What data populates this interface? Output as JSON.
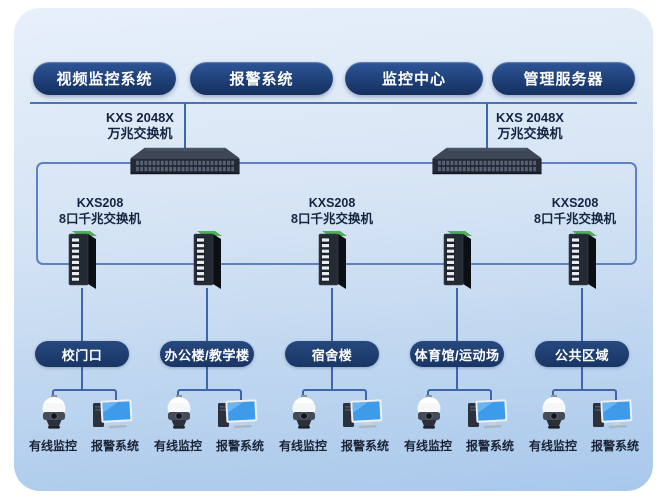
{
  "systems": [
    {
      "label": "视频监控系统"
    },
    {
      "label": "报警系统"
    },
    {
      "label": "监控中心"
    },
    {
      "label": "管理服务器"
    }
  ],
  "core_switches": [
    {
      "model": "KXS 2048X",
      "type": "万兆交换机"
    },
    {
      "model": "KXS 2048X",
      "type": "万兆交换机"
    }
  ],
  "access_switch_labels": [
    {
      "model": "KXS208",
      "type": "8口千兆交换机"
    },
    {
      "model": "KXS208",
      "type": "8口千兆交换机"
    },
    {
      "model": "KXS208",
      "type": "8口千兆交换机"
    }
  ],
  "locations": [
    {
      "name": "校门口",
      "camera_label": "有线监控",
      "alarm_label": "报警系统"
    },
    {
      "name": "办公楼/教学楼",
      "camera_label": "有线监控",
      "alarm_label": "报警系统"
    },
    {
      "name": "宿舍楼",
      "camera_label": "有线监控",
      "alarm_label": "报警系统"
    },
    {
      "name": "体育馆/运动场",
      "camera_label": "有线监控",
      "alarm_label": "报警系统"
    },
    {
      "name": "公共区域",
      "camera_label": "有线监控",
      "alarm_label": "报警系统"
    }
  ],
  "colors": {
    "node_navy": "#1b3a6f",
    "line_blue": "#4a72b5",
    "panel_top": "#e7f0fa",
    "panel_bottom": "#a8c8eb",
    "switch_cap_green": "#4fae58",
    "screen_blue": "#3d9bea"
  }
}
